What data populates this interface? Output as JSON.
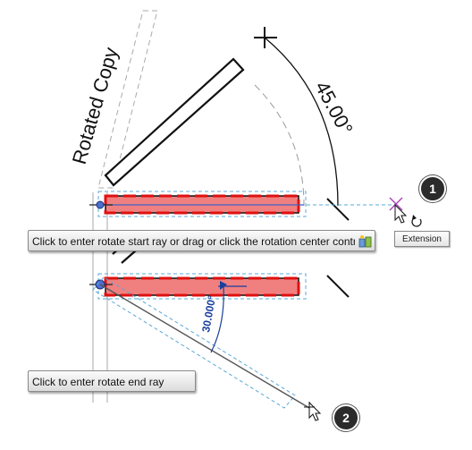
{
  "annotations": {
    "rotated_copy_label": "Rotated Copy",
    "angle_label": "45.00°",
    "temp_angle_label": "30.000°"
  },
  "tooltips": {
    "start_ray": "Click to enter rotate start ray or drag or click the rotation center contr",
    "end_ray": "Click to enter rotate end ray",
    "extension": "Extension"
  },
  "badges": {
    "step1": "1",
    "step2": "2"
  },
  "icons": {
    "tooltip_icon": "revit-help-icon",
    "cursor": "arrow-cursor-icon",
    "rotate": "rotate-cursor-icon"
  },
  "colors": {
    "selected_wall_fill": "#f08080",
    "selected_wall_stroke": "#e01010",
    "dimension_blue": "#1a3e9c",
    "snap_line": "#5aa8d8",
    "magenta_snap": "#b040c0"
  }
}
